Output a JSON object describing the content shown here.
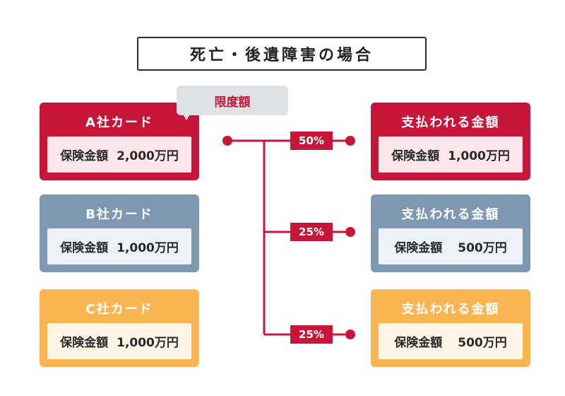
{
  "title": "死亡・後遺障害の場合",
  "limit_label": "限度額",
  "left_cards": [
    {
      "name": "A社カード",
      "label": "保険金額",
      "amount": "2,000万円"
    },
    {
      "name": "B社カード",
      "label": "保険金額",
      "amount": "1,000万円"
    },
    {
      "name": "C社カード",
      "label": "保険金額",
      "amount": "1,000万円"
    }
  ],
  "right_cards": [
    {
      "name": "支払われる金額",
      "label": "保険金額",
      "amount": "1,000万円"
    },
    {
      "name": "支払われる金額",
      "label": "保険金額",
      "amount": "500万円"
    },
    {
      "name": "支払われる金額",
      "label": "保険金額",
      "amount": "500万円"
    }
  ],
  "ratios": [
    "50%",
    "25%",
    "25%"
  ],
  "colors": {
    "red": "#c8163a",
    "blue": "#7f98b1",
    "orange": "#f8b552",
    "gray": "#dfe2e4"
  }
}
